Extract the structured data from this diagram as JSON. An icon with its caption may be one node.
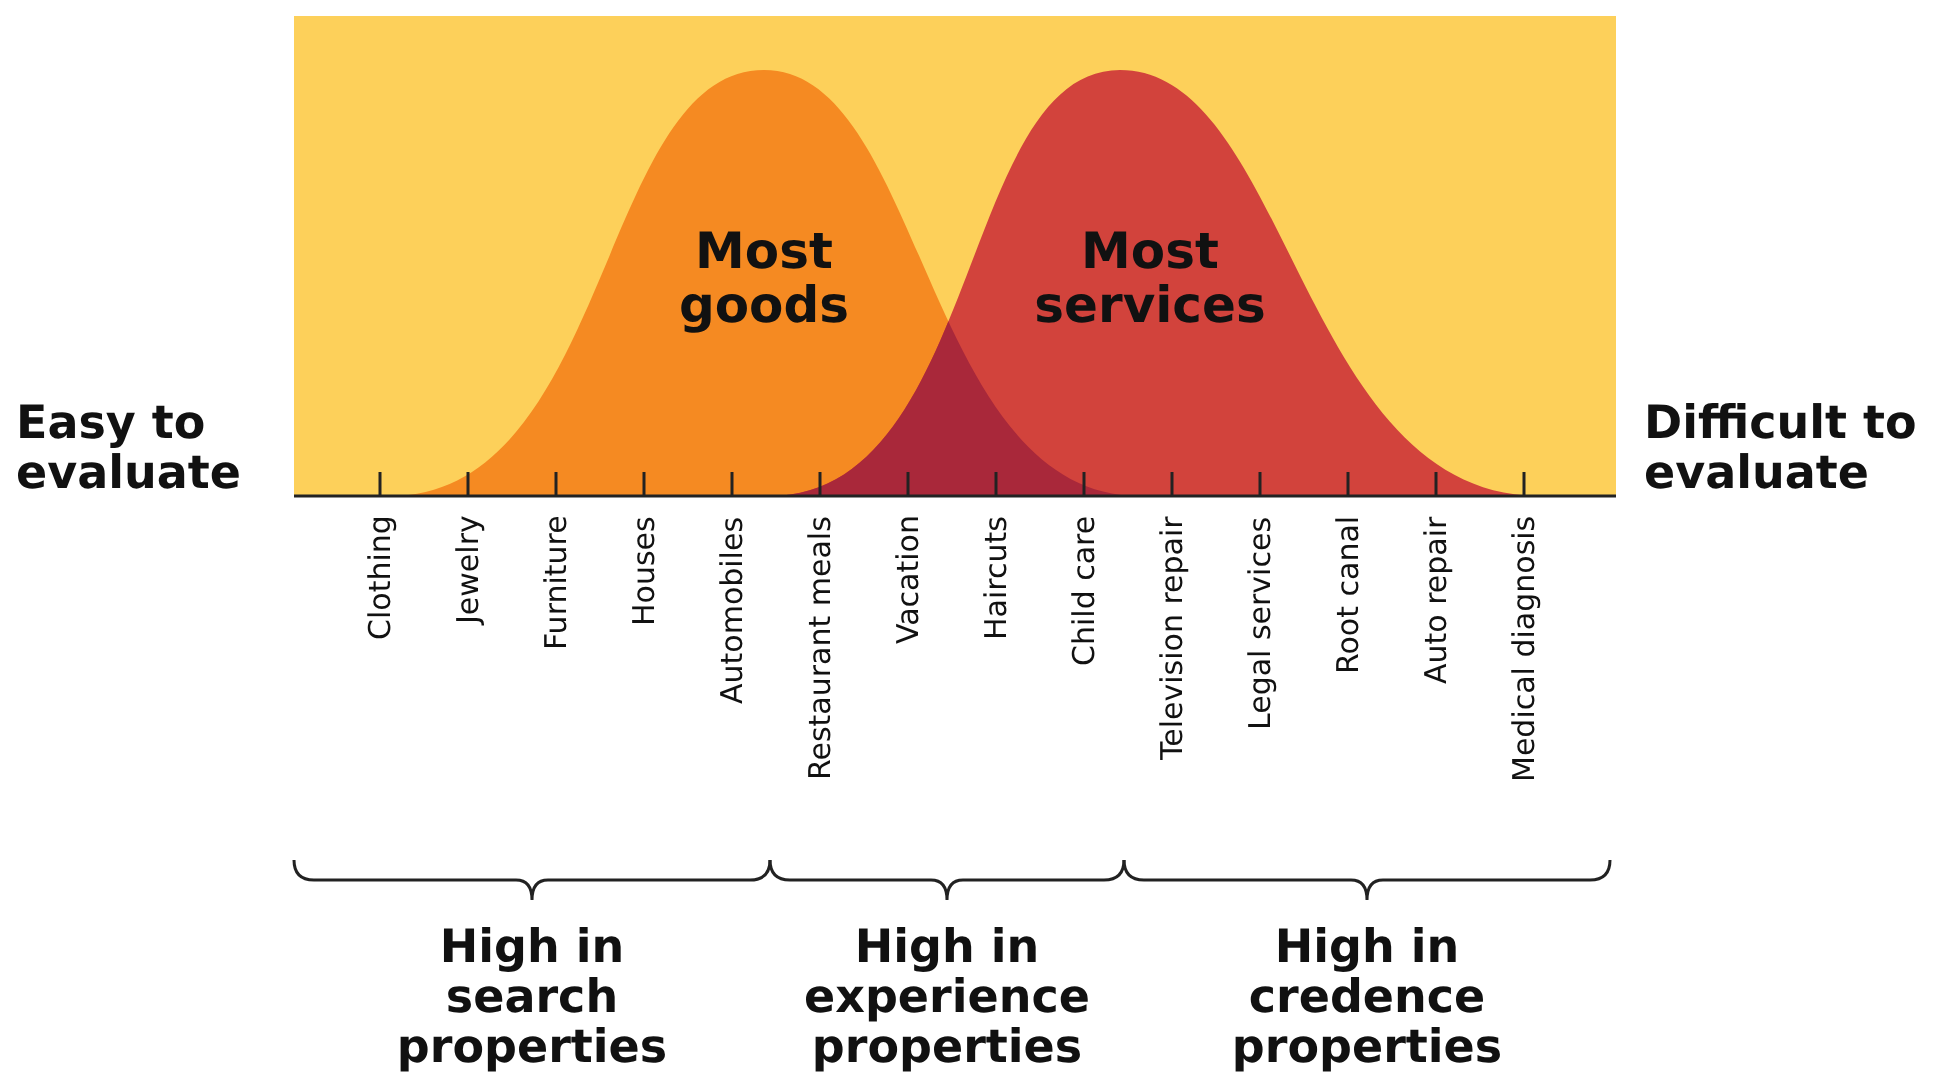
{
  "diagram": {
    "nodes": [
      {
        "text": [
          "Most goods"
        ]
      },
      {
        "text": [
          "Most services"
        ]
      }
    ],
    "edges": [],
    "labels": [
      "Easy to evaluate",
      "Difficult to evaluate",
      "Clothing",
      "Jewelry",
      "Furniture",
      "Houses",
      "Automobiles",
      "Restaurant meals",
      "Vacation",
      "Haircuts",
      "Child care",
      "Television repair",
      "Legal services",
      "Root canal",
      "Auto repair",
      "Medical diagnosis",
      "High in search properties",
      "High in experience properties",
      "High in credence properties"
    ]
  }
}
